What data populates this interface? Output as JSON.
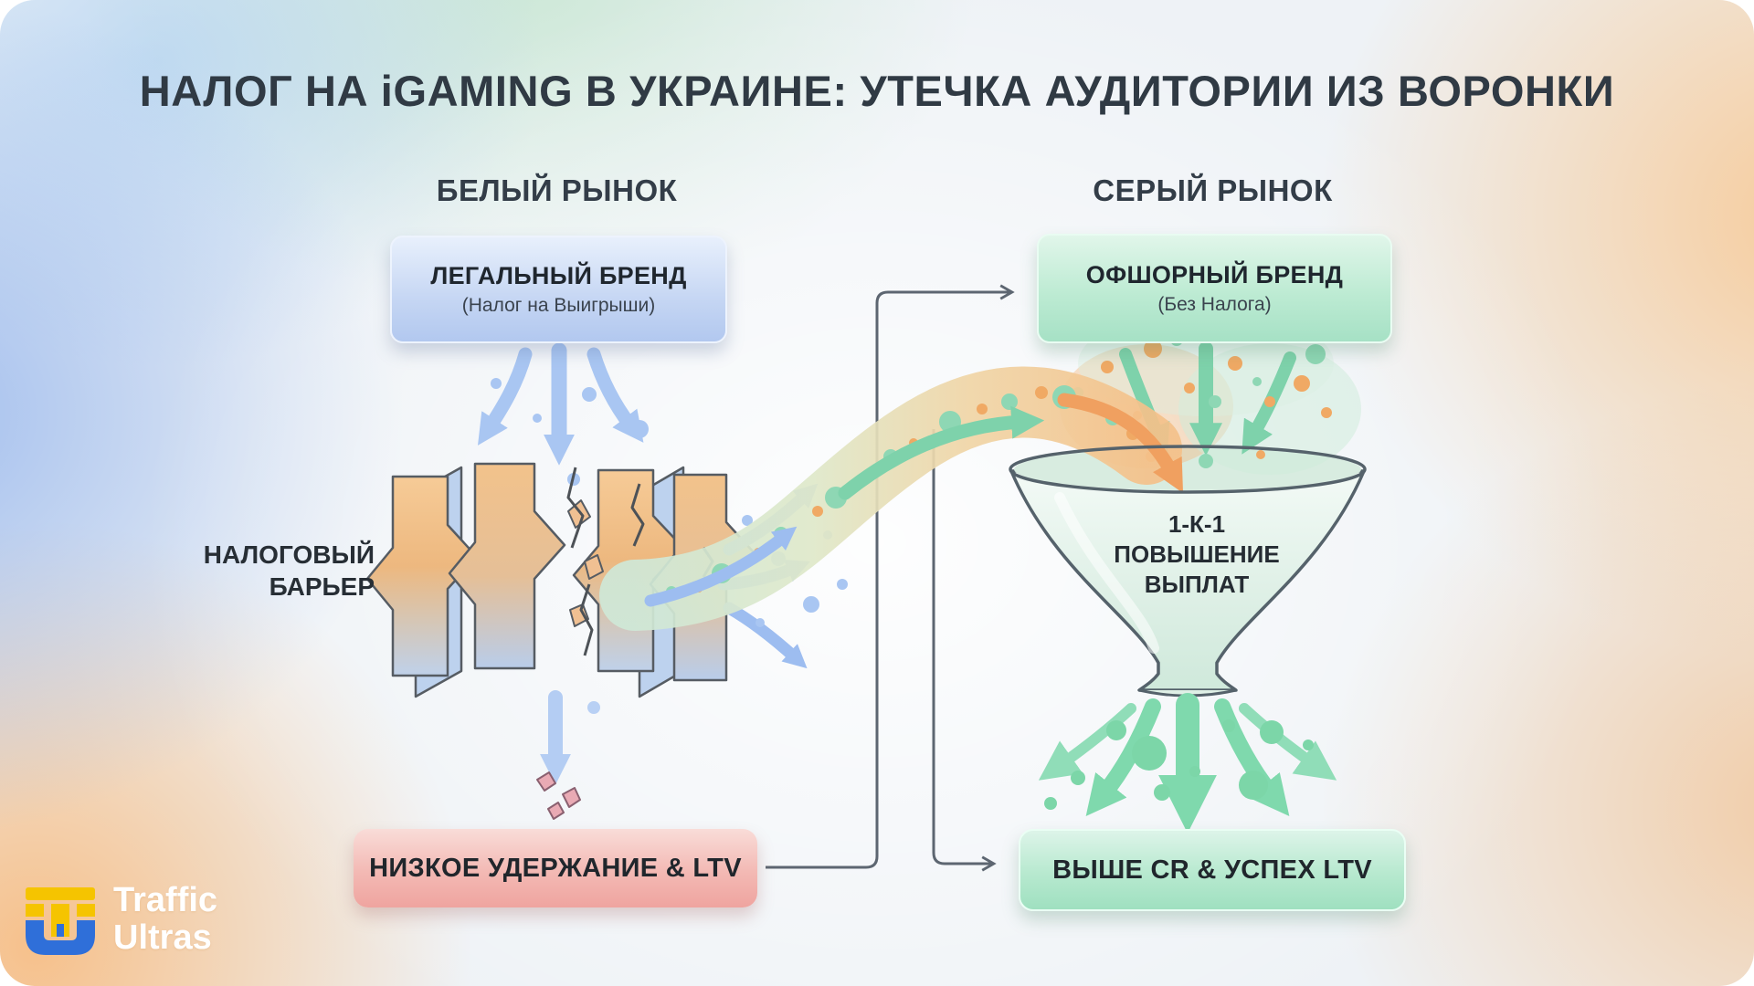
{
  "title": "НАЛОГ НА iGAMING В УКРАИНЕ: УТЕЧКА АУДИТОРИИ ИЗ ВОРОНКИ",
  "sections": {
    "white_market": {
      "header": "БЕЛЫЙ РЫНОК"
    },
    "grey_market": {
      "header": "СЕРЫЙ РЫНОК"
    }
  },
  "cards": {
    "legal_brand": {
      "title": "ЛЕГАЛЬНЫЙ БРЕНД",
      "subtitle": "(Налог на Выигрыши)"
    },
    "offshore_brand": {
      "title": "ОФШОРНЫЙ БРЕНД",
      "subtitle": "(Без Налога)"
    },
    "low_retention": {
      "label": "НИЗКОЕ УДЕРЖАНИЕ & LTV"
    },
    "higher_cr": {
      "label": "ВЫШЕ CR & УСПЕХ LTV"
    }
  },
  "barrier_label": {
    "line1": "НАЛОГОВЫЙ",
    "line2": "БАРЬЕР"
  },
  "funnel_label": {
    "line1": "1-К-1",
    "line2": "ПОВЫШЕНИЕ",
    "line3": "ВЫПЛАТ"
  },
  "logo": {
    "line1": "Traffic",
    "line2": "Ultras"
  },
  "colors": {
    "title_text": "#303a44",
    "legal_card_blue": "#c4d5f3",
    "offshore_card_green": "#a6e1c5",
    "low_retention_pink": "#efa49f",
    "higher_cr_mint": "#9fe0c0",
    "flow_blue": "#a9c6f2",
    "flow_teal": "#7ed2ab",
    "flow_orange": "#f0a060",
    "funnel_glass": "#dcefe4",
    "connector_gray": "#5d6671",
    "logo_yellow": "#f5c400",
    "logo_blue": "#2f6fd9"
  }
}
